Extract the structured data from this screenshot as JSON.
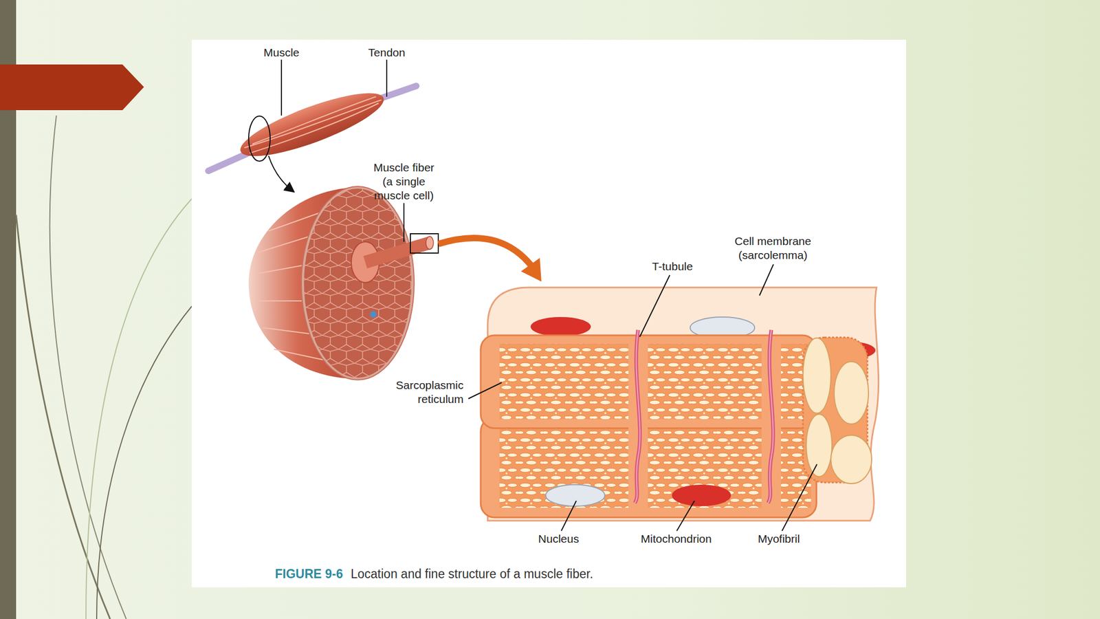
{
  "diagram": {
    "caption": "Location and fine structure of a muscle fiber.",
    "labels": [
      "Muscle",
      "Tendon",
      "Muscle fiber (a single muscle cell)",
      "Cell membrane (sarcolemma)",
      "T-tubule",
      "Sarcoplasmic reticulum",
      "Nucleus",
      "Mitochondrion",
      "Myofibril",
      "FIGURE 9-6"
    ]
  }
}
